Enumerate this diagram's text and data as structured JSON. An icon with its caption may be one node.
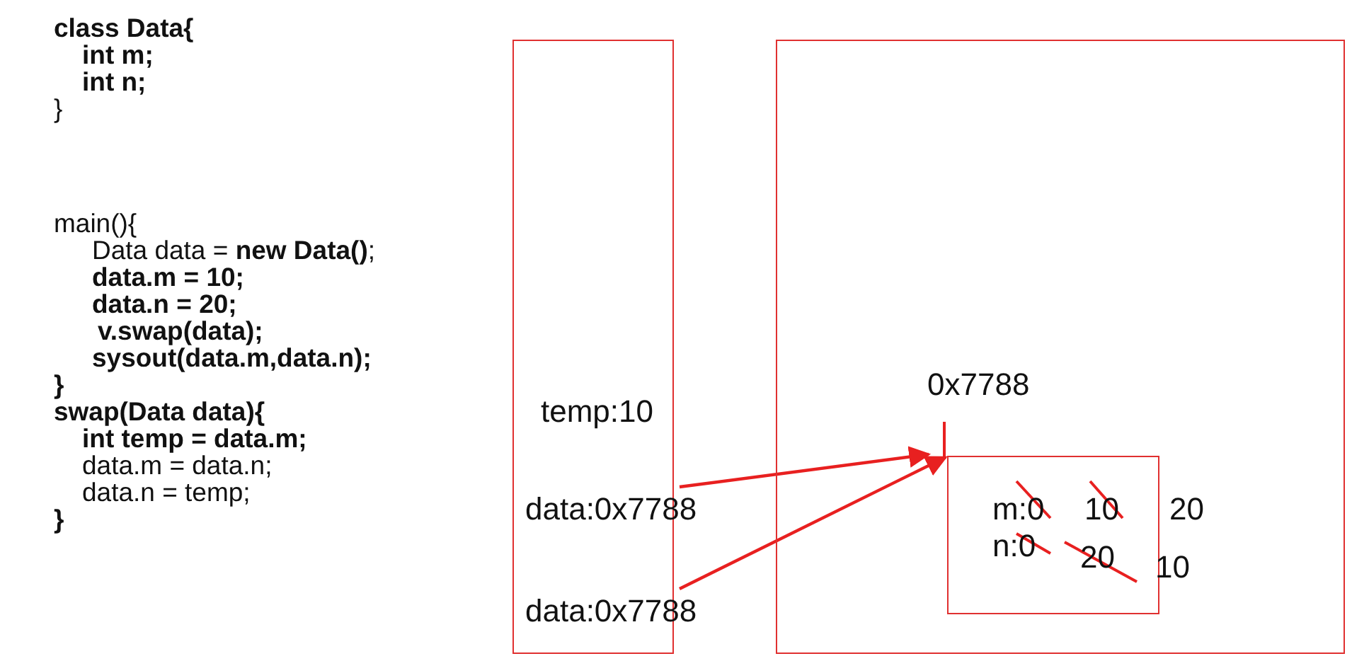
{
  "diagram": {
    "nodes": [
      {
        "text": [],
        "shape": "box"
      },
      {
        "text": [
          "data:0x7788"
        ],
        "in": 0
      },
      {
        "text": [
          "data:0x7788"
        ],
        "in": 0
      },
      {
        "text": [],
        "shape": "box"
      },
      {
        "text": [
          "0x7788",
          "m:0",
          "10",
          "20",
          "n:0",
          "20",
          "10"
        ],
        "in": 3
      }
    ],
    "edges": [
      {
        "from": 1,
        "to": 4,
        "arrow": "to"
      },
      {
        "from": 2,
        "to": 4,
        "arrow": "to"
      }
    ],
    "labels": [
      "class Data{",
      "int m;",
      "int n;",
      "}",
      "main(){",
      "Data data = **new Data()**;",
      "data.m = 10;",
      "data.n = 20;",
      "v.swap(data);",
      "sysout(data.m,data.n);",
      "}",
      "swap(Data data){",
      "int temp = data.m;",
      "data.m = data.n;",
      "data.n = temp;",
      "}",
      "temp:10"
    ]
  }
}
